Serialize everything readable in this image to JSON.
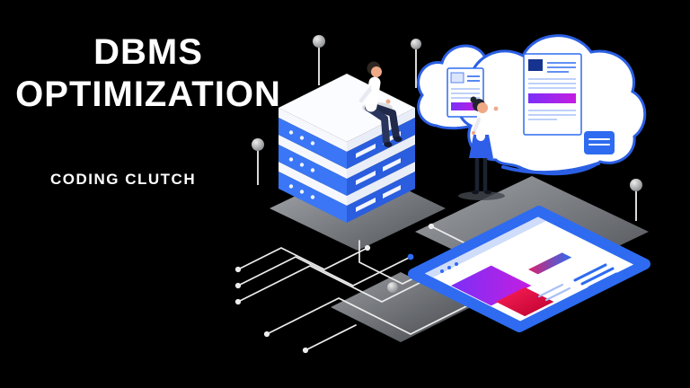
{
  "title": {
    "line1": "DBMS",
    "line2": "OPTIMIZATION"
  },
  "subtitle": "CODING CLUTCH",
  "colors": {
    "background": "#000000",
    "text": "#ffffff",
    "primary_blue": "#2e6bf0",
    "cloud_outline": "#2b5fe3",
    "server_blue_left": "#3a76f5",
    "server_blue_right": "#2a5ede",
    "purple_gradient_start": "#7b2ff7",
    "purple_gradient_end": "#c41ee0",
    "red_gradient_start": "#ff2057",
    "red_gradient_end": "#b8002e",
    "bar_gradient_start": "#d9226e",
    "bar_gradient_end": "#2e6bf0",
    "platform_gray": "#8e9196",
    "skin": "#f0a987",
    "dark_navy": "#1d2742"
  },
  "illustration": {
    "server": "isometric-server-stack",
    "cloud": "cloud-with-document-cards",
    "man": "man-sitting-on-server",
    "woman": "woman-pointing-at-cloud",
    "tablet": "isometric-tablet-screen",
    "circuits": "circuit-traces-with-nodes"
  }
}
